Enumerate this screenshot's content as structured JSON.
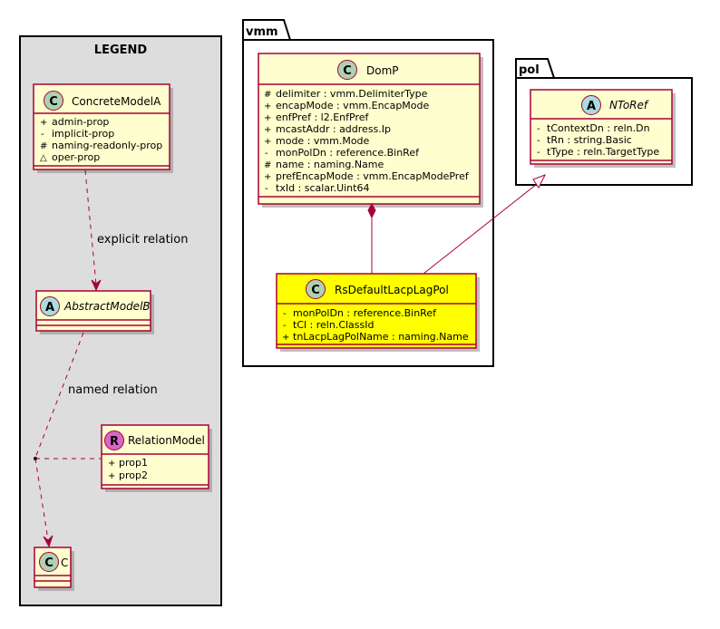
{
  "legend": {
    "title": "LEGEND",
    "concrete": {
      "stereotype": "C",
      "name": "ConcreteModelA",
      "members": [
        {
          "vis": "+",
          "text": "admin-prop"
        },
        {
          "vis": "-",
          "text": "implicit-prop"
        },
        {
          "vis": "#",
          "text": "naming-readonly-prop"
        },
        {
          "vis": "~",
          "text": "oper-prop"
        }
      ]
    },
    "explicit_relation_label": "explicit relation",
    "abstract": {
      "stereotype": "A",
      "name": "AbstractModelB"
    },
    "named_relation_label": "named relation",
    "relation_model": {
      "stereotype": "R",
      "name": "RelationModel",
      "members": [
        {
          "vis": "+",
          "text": "prop1"
        },
        {
          "vis": "+",
          "text": "prop2"
        }
      ]
    },
    "target": {
      "stereotype": "C",
      "name": "C"
    }
  },
  "vmm": {
    "package": "vmm",
    "domp": {
      "stereotype": "C",
      "name": "DomP",
      "members": [
        {
          "vis": "#",
          "text": "delimiter : vmm.DelimiterType"
        },
        {
          "vis": "+",
          "text": "encapMode : vmm.EncapMode"
        },
        {
          "vis": "+",
          "text": "enfPref : l2.EnfPref"
        },
        {
          "vis": "+",
          "text": "mcastAddr : address.Ip"
        },
        {
          "vis": "+",
          "text": "mode : vmm.Mode"
        },
        {
          "vis": "-",
          "text": "monPolDn : reference.BinRef"
        },
        {
          "vis": "#",
          "text": "name : naming.Name"
        },
        {
          "vis": "+",
          "text": "prefEncapMode : vmm.EncapModePref"
        },
        {
          "vis": "-",
          "text": "txId : scalar.Uint64"
        }
      ]
    },
    "rs": {
      "stereotype": "C",
      "name": "RsDefaultLacpLagPol",
      "members": [
        {
          "vis": "-",
          "text": "monPolDn : reference.BinRef"
        },
        {
          "vis": "-",
          "text": "tCl : reln.ClassId"
        },
        {
          "vis": "+",
          "text": "tnLacpLagPolName : naming.Name"
        }
      ]
    }
  },
  "pol": {
    "package": "pol",
    "ntoref": {
      "stereotype": "A",
      "name": "NToRef",
      "members": [
        {
          "vis": "-",
          "text": "tContextDn : reln.Dn"
        },
        {
          "vis": "-",
          "text": "tRn : string.Basic"
        },
        {
          "vis": "-",
          "text": "tType : reln.TargetType"
        }
      ]
    }
  },
  "colors": {
    "class_fill": "#FEFECE",
    "highlight_fill": "#FFFF00",
    "border": "#A80036",
    "legend_bg": "#DDDDDD",
    "circle_class": "#ADD1B2",
    "circle_abstract": "#A9DCDF",
    "circle_relation": "#D667C9"
  }
}
